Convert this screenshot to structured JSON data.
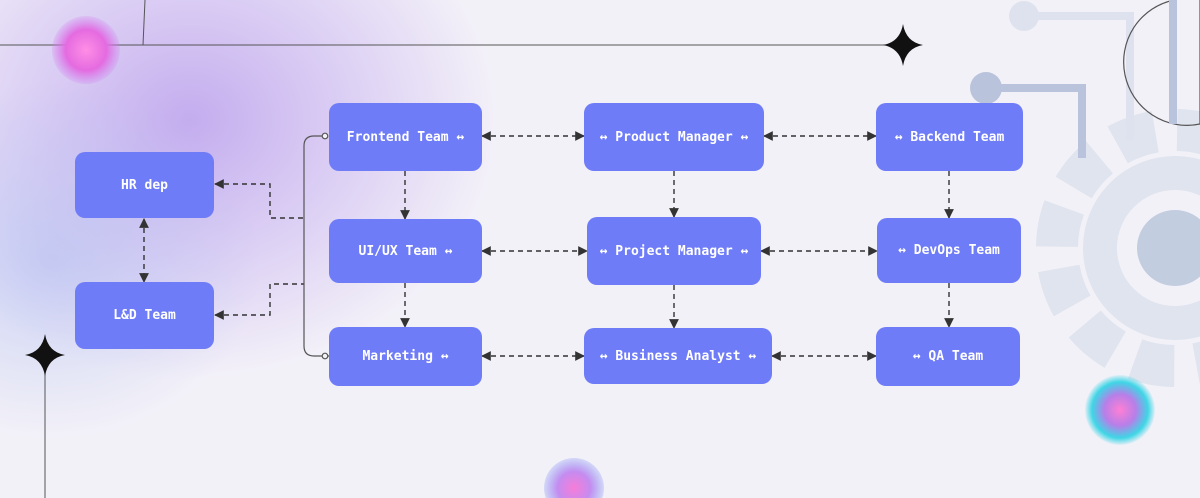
{
  "nodes": {
    "hr": "HR dep",
    "ld": "L&D Team",
    "frontend": "Frontend Team ↔",
    "uiux": "UI/UX Team ↔",
    "marketing": "Marketing ↔",
    "product_manager": "↔ Product Manager ↔",
    "project_manager": "↔ Project Manager ↔",
    "business_analyst": "↔ Business Analyst ↔",
    "backend": "↔ Backend Team",
    "devops": "↔ DevOps Team",
    "qa": "↔ QA Team"
  },
  "colors": {
    "node_fill": "#6f7cf7",
    "node_text": "#ffffff",
    "connector": "#333333",
    "background": "#f3f1f8",
    "gear": "#dfe4ee",
    "accent_pink": "#f06fd6",
    "accent_cyan": "#3fd6e6"
  },
  "decorations": [
    "sparkle-icon",
    "gear-icon",
    "gradient-orb"
  ]
}
